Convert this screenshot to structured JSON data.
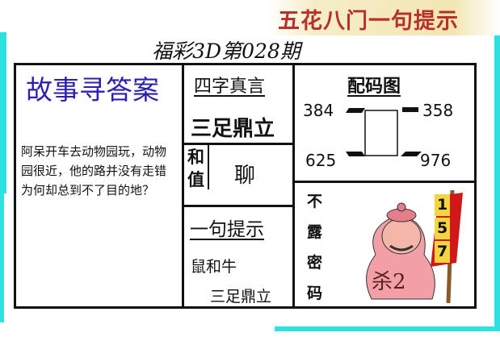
{
  "banner": {
    "text": "五花八门一句提示"
  },
  "title": "福彩3D第028期",
  "story": {
    "heading": "故事寻答案",
    "lines": [
      "阿呆开车去动物园玩，动物",
      "园很近，他的路并没有走错",
      "为何却总到不了目的地？"
    ]
  },
  "four_words": {
    "heading": "四字真言",
    "phrase": "三足鼎立",
    "side_label": [
      "和",
      "值"
    ],
    "big_char": "聊"
  },
  "hint": {
    "heading": "一句提示",
    "line1": "鼠和牛",
    "line2": "三足鼎立"
  },
  "code_map": {
    "heading": "配码图",
    "top_left": "384",
    "top_right": "358",
    "bottom_left": "625",
    "bottom_right": "976"
  },
  "vertical_text": [
    "不",
    "露",
    "密",
    "码"
  ],
  "flag_numbers": [
    "1",
    "5",
    "7"
  ],
  "kill_text": "杀2",
  "colors": {
    "frame": "#2fe0e0",
    "heading_blue": "#2a1fb0",
    "banner_red": "#b8302a",
    "flag_red": "#d01818"
  }
}
